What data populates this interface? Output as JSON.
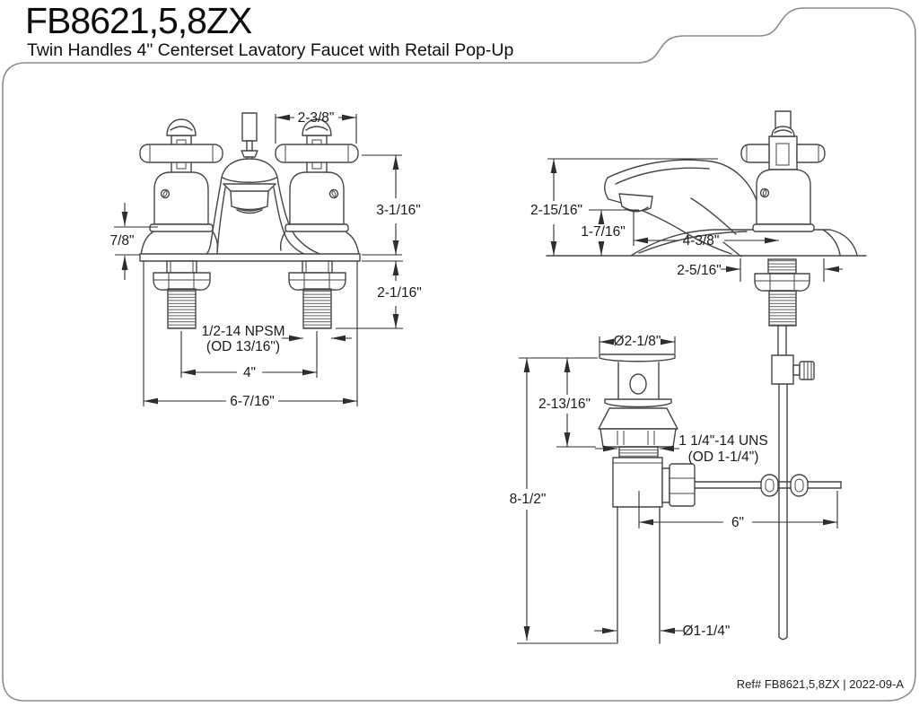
{
  "header": {
    "model": "FB8621,5,8ZX",
    "subtitle": "Twin Handles 4\" Centerset Lavatory Faucet with Retail Pop-Up"
  },
  "dims": {
    "front": {
      "handle_width": "2-3/8\"",
      "height_above_deck": "3-1/16\"",
      "body_height": "7/8\"",
      "shank_length": "2-1/16\"",
      "shank_thread": "1/2-14 NPSM",
      "shank_thread_od": "(OD 13/16\")",
      "faucet_centers": "4\"",
      "base_width": "6-7/16\""
    },
    "side": {
      "overall_height": "2-15/16\"",
      "spout_clearance": "1-7/16\"",
      "spout_reach": "4-3/8\"",
      "base_depth": "2-5/16\""
    },
    "drain": {
      "flange_diameter": "Ø2-1/8\"",
      "flange_to_thread": "2-13/16\"",
      "drain_thread": "1 1/4\"-14 UNS",
      "drain_thread_od": "(OD 1-1/4\")",
      "overall_length": "8-1/2\"",
      "rod_length": "6\"",
      "tailpiece_diameter": "Ø1-1/4\""
    }
  },
  "footer": {
    "reference": "Ref# FB8621,5,8ZX | 2022-09-A"
  }
}
